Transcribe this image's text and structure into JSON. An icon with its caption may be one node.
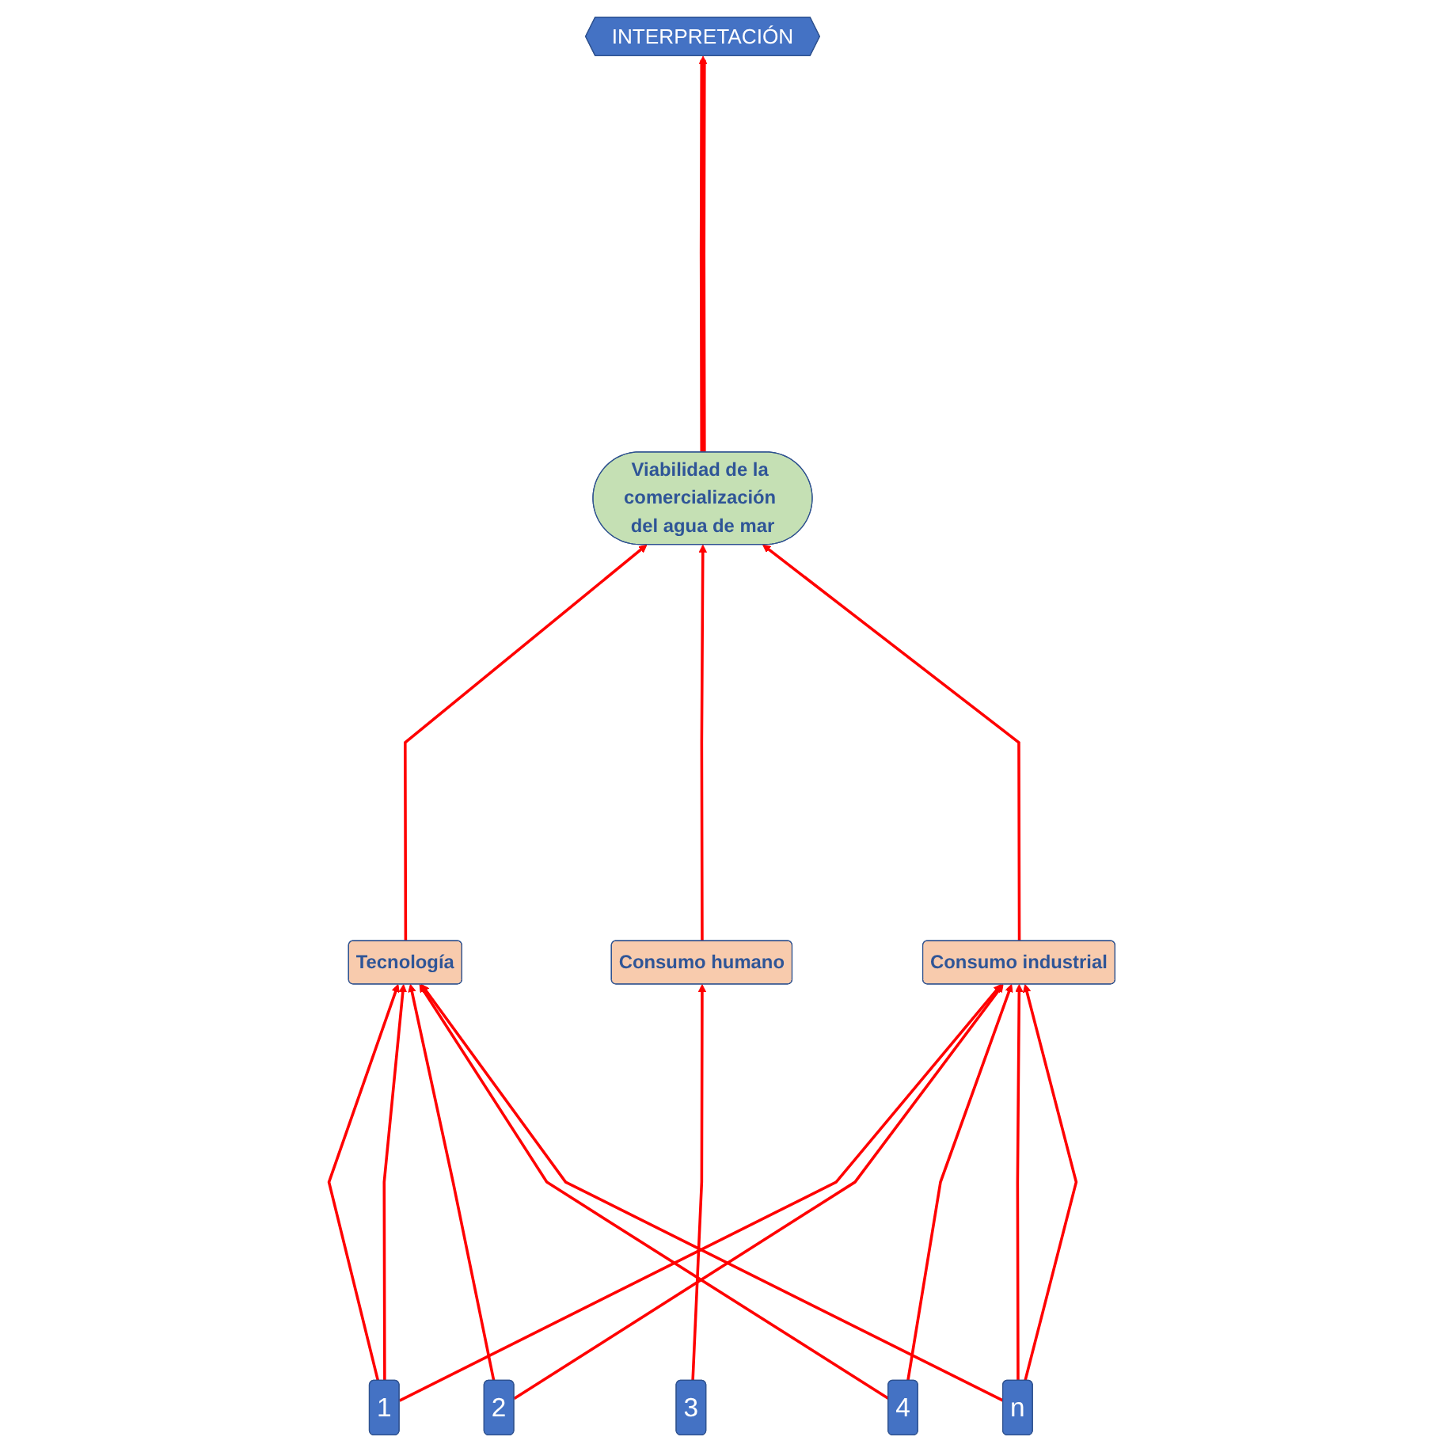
{
  "diagram": {
    "nodes": [
      {
        "text": [
          "INTERPRETACIÓN"
        ]
      },
      {
        "text": [
          "Viabilidad de la comercialización del agua de mar"
        ]
      },
      {
        "text": [
          "Tecnología"
        ]
      },
      {
        "text": [
          "Consumo humano"
        ]
      },
      {
        "text": [
          "Consumo industrial"
        ]
      },
      {
        "text": [
          "1"
        ]
      },
      {
        "text": [
          "2"
        ]
      },
      {
        "text": [
          "3"
        ]
      },
      {
        "text": [
          "4"
        ]
      },
      {
        "text": [
          "n"
        ]
      }
    ],
    "edges": [
      {
        "from": 1,
        "to": 0,
        "arrow": "to",
        "style": "thick"
      },
      {
        "from": 2,
        "to": 1,
        "arrow": "to"
      },
      {
        "from": 3,
        "to": 1,
        "arrow": "to"
      },
      {
        "from": 4,
        "to": 1,
        "arrow": "to"
      },
      {
        "from": 5,
        "to": 2,
        "arrow": "to"
      },
      {
        "from": 5,
        "to": 2,
        "arrow": "to"
      },
      {
        "from": 5,
        "to": 4,
        "arrow": "to"
      },
      {
        "from": 6,
        "to": 2,
        "arrow": "to"
      },
      {
        "from": 6,
        "to": 4,
        "arrow": "to"
      },
      {
        "from": 7,
        "to": 3,
        "arrow": "to"
      },
      {
        "from": 8,
        "to": 2,
        "arrow": "to"
      },
      {
        "from": 8,
        "to": 4,
        "arrow": "to"
      },
      {
        "from": 9,
        "to": 2,
        "arrow": "to"
      },
      {
        "from": 9,
        "to": 4,
        "arrow": "to"
      },
      {
        "from": 9,
        "to": 4,
        "arrow": "to"
      }
    ]
  }
}
